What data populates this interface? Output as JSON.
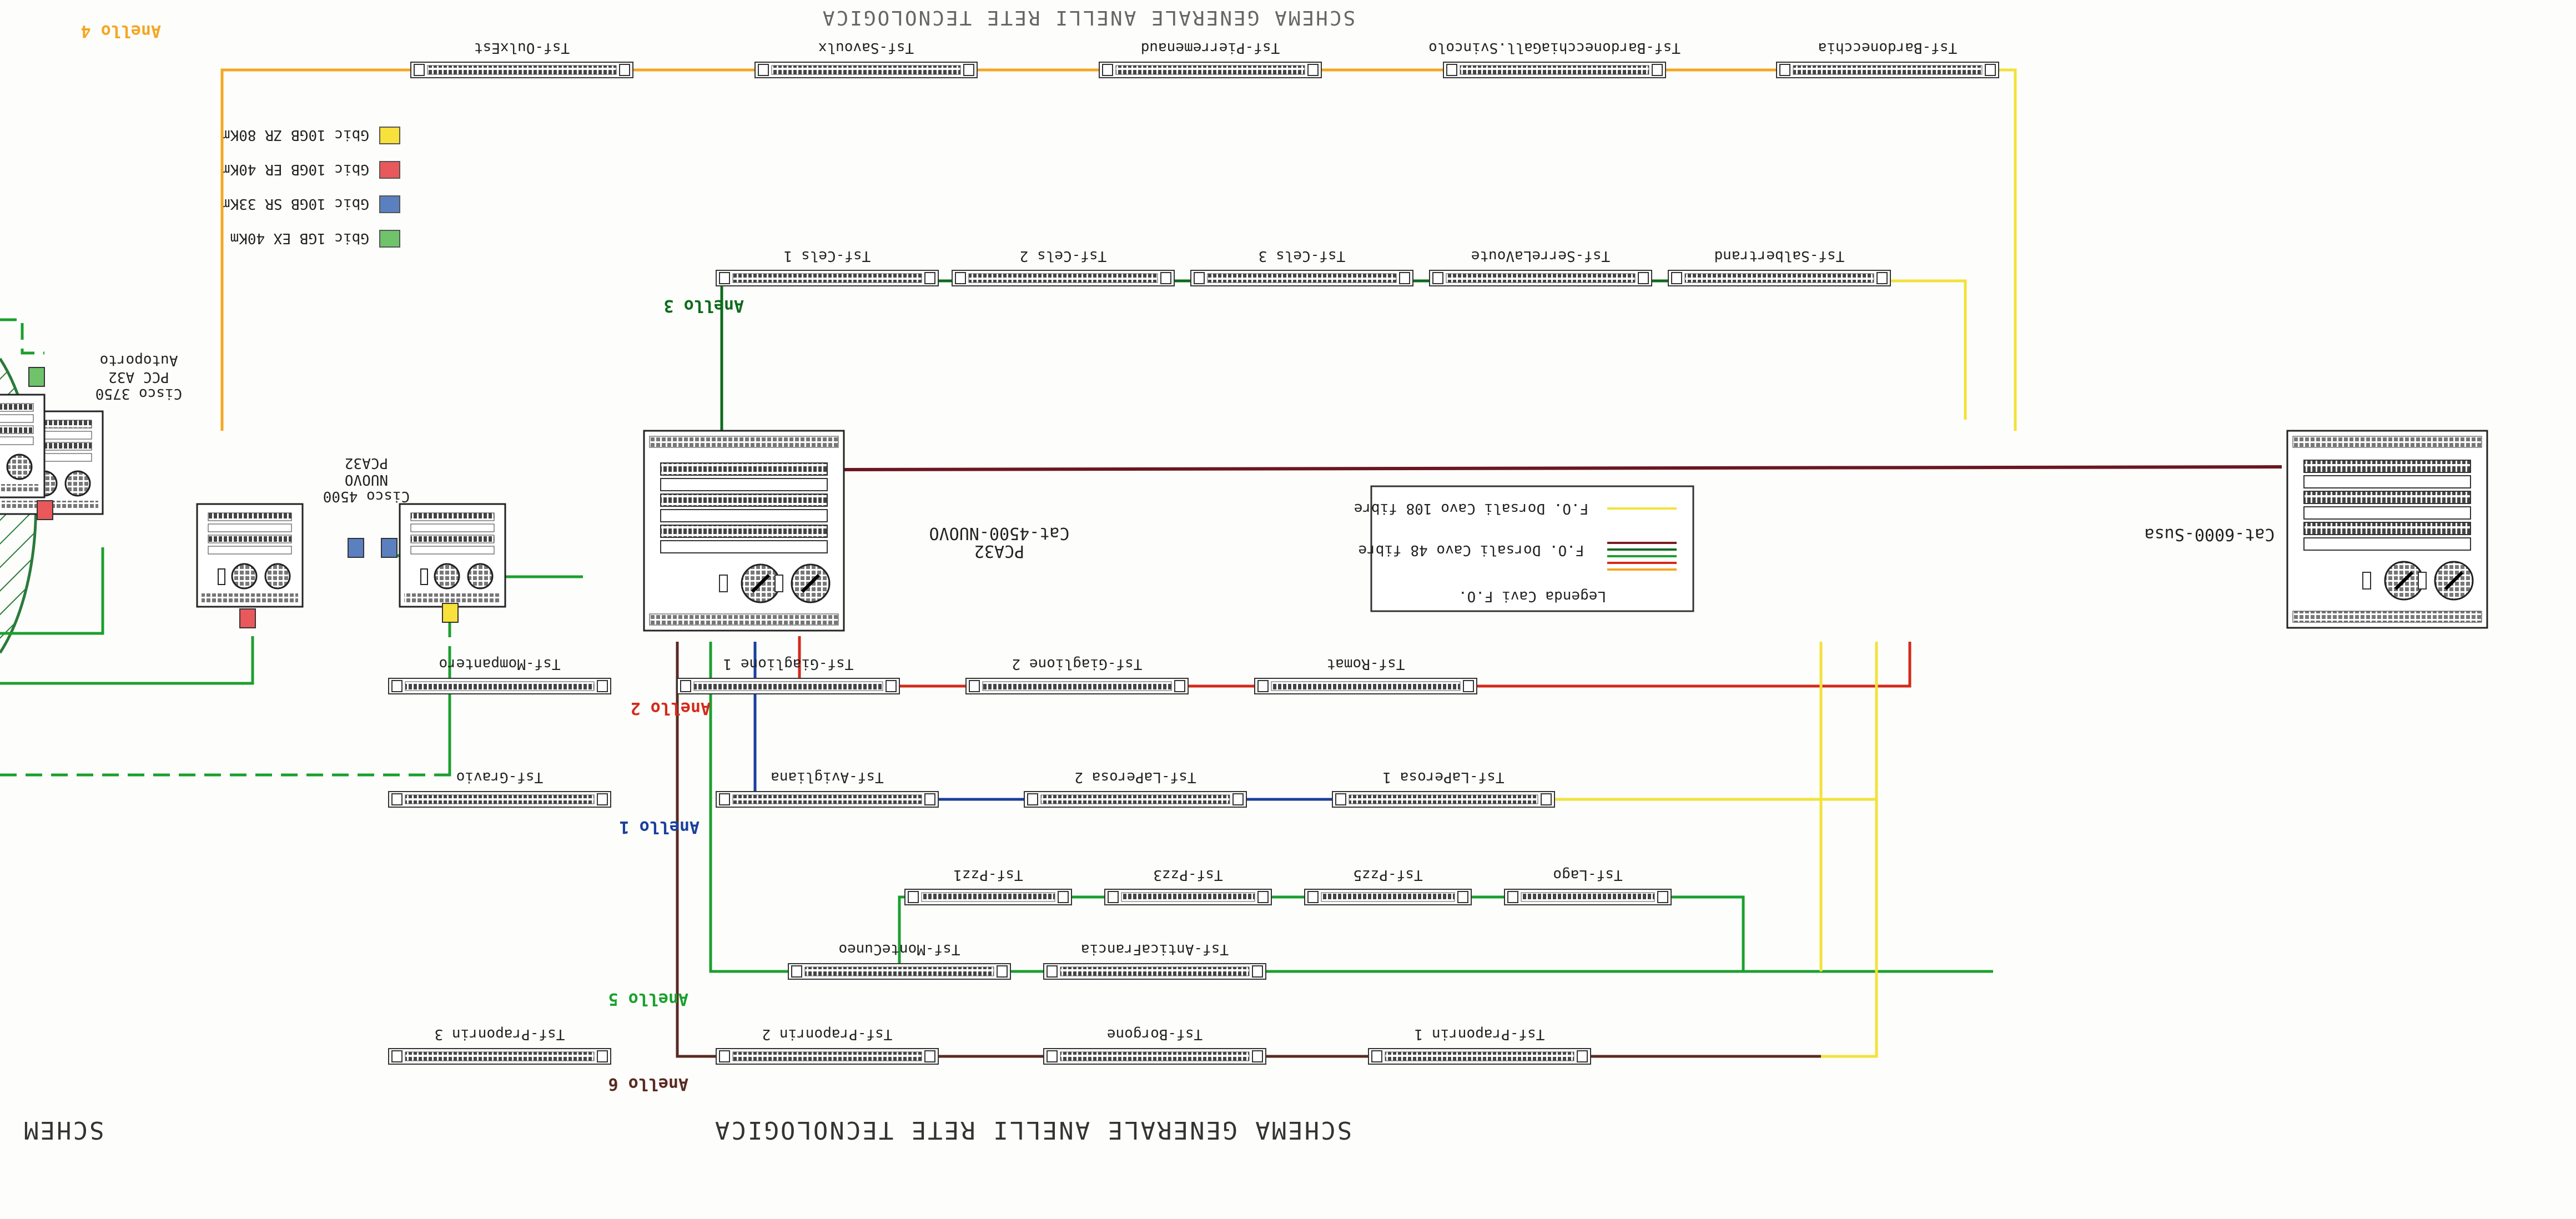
{
  "diagram": {
    "title": "SCHEMA GENERALE ANELLI RETE TECNOLOGICA",
    "title_left_fragment": "SCHEM",
    "top_left_fragment": "SCHEMA GENERALE ANELLI RETE TECNOLOGICA",
    "core_left": {
      "name": "Cat-4500-NUOVO",
      "sub": "PCA32"
    },
    "core_right": {
      "name": "Cat-6000-Susa"
    },
    "rings": [
      {
        "id": "r4",
        "label": "Anello 4",
        "color": "#f5a623",
        "nodes": [
          "Tsf-OulxEst",
          "Tsf-Savoulx",
          "Tsf-Pierremenaud",
          "Tsf-BardonecchiaGall.Svincolo",
          "Tsf-Bardonecchia"
        ]
      },
      {
        "id": "r3",
        "label": "Anello 3",
        "color": "#0d6b1c",
        "nodes": [
          "Tsf-Cels 1",
          "Tsf-Cels 2",
          "Tsf-Cels 3",
          "Tsf-SerreLaVoute",
          "Tsf-Salbertrand"
        ]
      },
      {
        "id": "r2",
        "label": "Anello 2",
        "color": "#d42a1a",
        "nodes": [
          "Tsf-Mompantero",
          "Tsf-Giaglione 1",
          "Tsf-Giaglione 2",
          "Tsf-Romat"
        ]
      },
      {
        "id": "r1",
        "label": "Anello 1",
        "color": "#1a3f9c",
        "nodes": [
          "Tsf-Gravio",
          "Tsf-Avigliana",
          "Tsf-LaPerosa 2",
          "Tsf-LaPerosa 1"
        ]
      },
      {
        "id": "r5",
        "label": "Anello 5",
        "color": "#1aa02e",
        "nodes": [
          "Tsf-MonteCuneo",
          "Tsf-Pzz1",
          "Tsf-Pzz3",
          "Tsf-Pzz5",
          "Tsf-Lago",
          "Tsf-AnticaFrancia"
        ]
      },
      {
        "id": "r6",
        "label": "Anello 6",
        "color": "#5a2a22",
        "nodes": [
          "Tsf-Praponrin 3",
          "Tsf-Praponrin 2",
          "Tsf-Borgone",
          "Tsf-Praponrin 1"
        ]
      }
    ],
    "legend": {
      "title": "Legenda Cavi F.O.",
      "row1": "F.O. Dorsali Cavo 108 fibre",
      "row2": "F.O. Dorsali Cavo 48 fibre",
      "row1_color": "#f2e23a",
      "row2_colors": [
        "#f5a623",
        "#d42a1a",
        "#1aa02e",
        "#0d6b1c",
        "#7a1c22"
      ]
    },
    "gbic_legend": [
      {
        "label": "Gbic 10GB ZR 80Km",
        "color": "#f7e13a"
      },
      {
        "label": "Gbic 10GB ER 40Km",
        "color": "#e9585a"
      },
      {
        "label": "Gbic 10GB SR 33Km",
        "color": "#5b80c0"
      },
      {
        "label": "Gbic 1GB EX 40Km",
        "color": "#6fc36a"
      }
    ],
    "cisco_nuovo": {
      "line1": "Cisco 4500",
      "line2": "NUOVO",
      "line3": "PCA32"
    },
    "cisco_autoporto": {
      "line1": "Cisco 3750",
      "line2": "PCC A32",
      "line3": "Autoporto"
    },
    "core_link_color": "#6b1620"
  }
}
